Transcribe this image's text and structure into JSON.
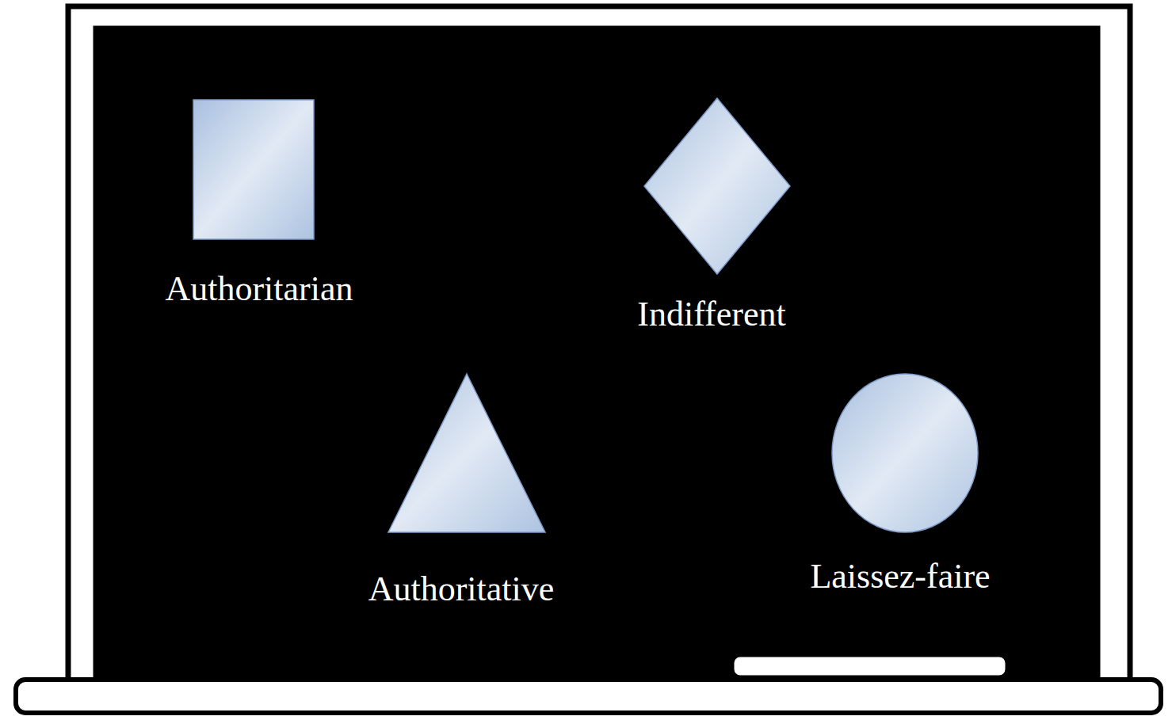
{
  "diagram": {
    "nodes": [
      {
        "text": [
          "Authoritarian"
        ]
      },
      {
        "text": [
          "Indifferent"
        ]
      },
      {
        "text": [
          "Authoritative"
        ]
      },
      {
        "text": [
          "Laissez-faire"
        ]
      }
    ]
  }
}
